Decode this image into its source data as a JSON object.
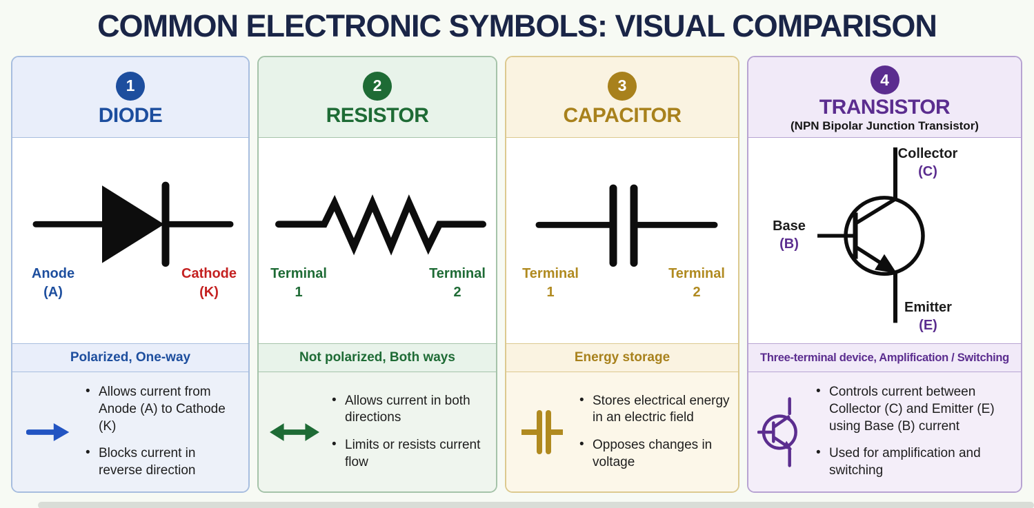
{
  "page": {
    "title": "COMMON ELECTRONIC SYMBOLS: VISUAL COMPARISON",
    "background": "#f7faf4",
    "title_color": "#1a2547"
  },
  "cards": [
    {
      "number": "1",
      "name": "DIODE",
      "summary": "Polarized, One-way",
      "symbol": "diode-symbol",
      "icon": "arrow-right-icon",
      "labels": {
        "left_top": "Anode",
        "left_bottom": "(A)",
        "right_top": "Cathode",
        "right_bottom": "(K)"
      },
      "bullets": [
        "Allows current from Anode (A) to Cathode (K)",
        "Blocks current in reverse direction"
      ],
      "colors": {
        "accent": "#1d4e9e",
        "header_bg": "#e9eefa",
        "border": "#a7bddf",
        "bullets_bg": "#edf1f9",
        "icon": "#2254c2",
        "label_left": "#1d4e9e",
        "label_right": "#c42121"
      }
    },
    {
      "number": "2",
      "name": "RESISTOR",
      "summary": "Not polarized, Both ways",
      "symbol": "resistor-symbol",
      "icon": "arrow-both-icon",
      "labels": {
        "left_top": "Terminal",
        "left_bottom": "1",
        "right_top": "Terminal",
        "right_bottom": "2"
      },
      "bullets": [
        "Allows current in both directions",
        "Limits or resists current flow"
      ],
      "colors": {
        "accent": "#1e6b35",
        "header_bg": "#e8f3ea",
        "border": "#a5c3a9",
        "bullets_bg": "#eff5ee",
        "icon": "#1e6b35",
        "label_left": "#1e6b35",
        "label_right": "#1e6b35"
      }
    },
    {
      "number": "3",
      "name": "CAPACITOR",
      "summary": "Energy storage",
      "symbol": "capacitor-symbol",
      "icon": "capacitor-icon",
      "labels": {
        "left_top": "Terminal",
        "left_bottom": "1",
        "right_top": "Terminal",
        "right_bottom": "2"
      },
      "bullets": [
        "Stores electrical energy in an electric field",
        "Opposes changes in voltage"
      ],
      "colors": {
        "accent": "#a8811c",
        "header_bg": "#faf3e1",
        "border": "#dcc98f",
        "bullets_bg": "#fcf7e9",
        "icon": "#b08a20",
        "label_left": "#b08a20",
        "label_right": "#b08a20"
      }
    },
    {
      "number": "4",
      "name": "TRANSISTOR",
      "subtitle": "(NPN Bipolar Junction Transistor)",
      "summary": "Three-terminal device, Amplification / Switching",
      "symbol": "npn-transistor-symbol",
      "icon": "transistor-icon",
      "labels": {
        "collector": "Collector",
        "collector_abbr": "(C)",
        "base": "Base",
        "base_abbr": "(B)",
        "emitter": "Emitter",
        "emitter_abbr": "(E)"
      },
      "bullets": [
        "Controls current between Collector (C) and Emitter (E) using Base (B) current",
        "Used for amplification and switching"
      ],
      "colors": {
        "accent": "#5b2d8f",
        "header_bg": "#f1eaf8",
        "border": "#b7a3d2",
        "bullets_bg": "#f4eef9",
        "icon": "#5b2d8f",
        "label_left": "#1b1b1b",
        "label_right": "#1b1b1b"
      }
    }
  ]
}
